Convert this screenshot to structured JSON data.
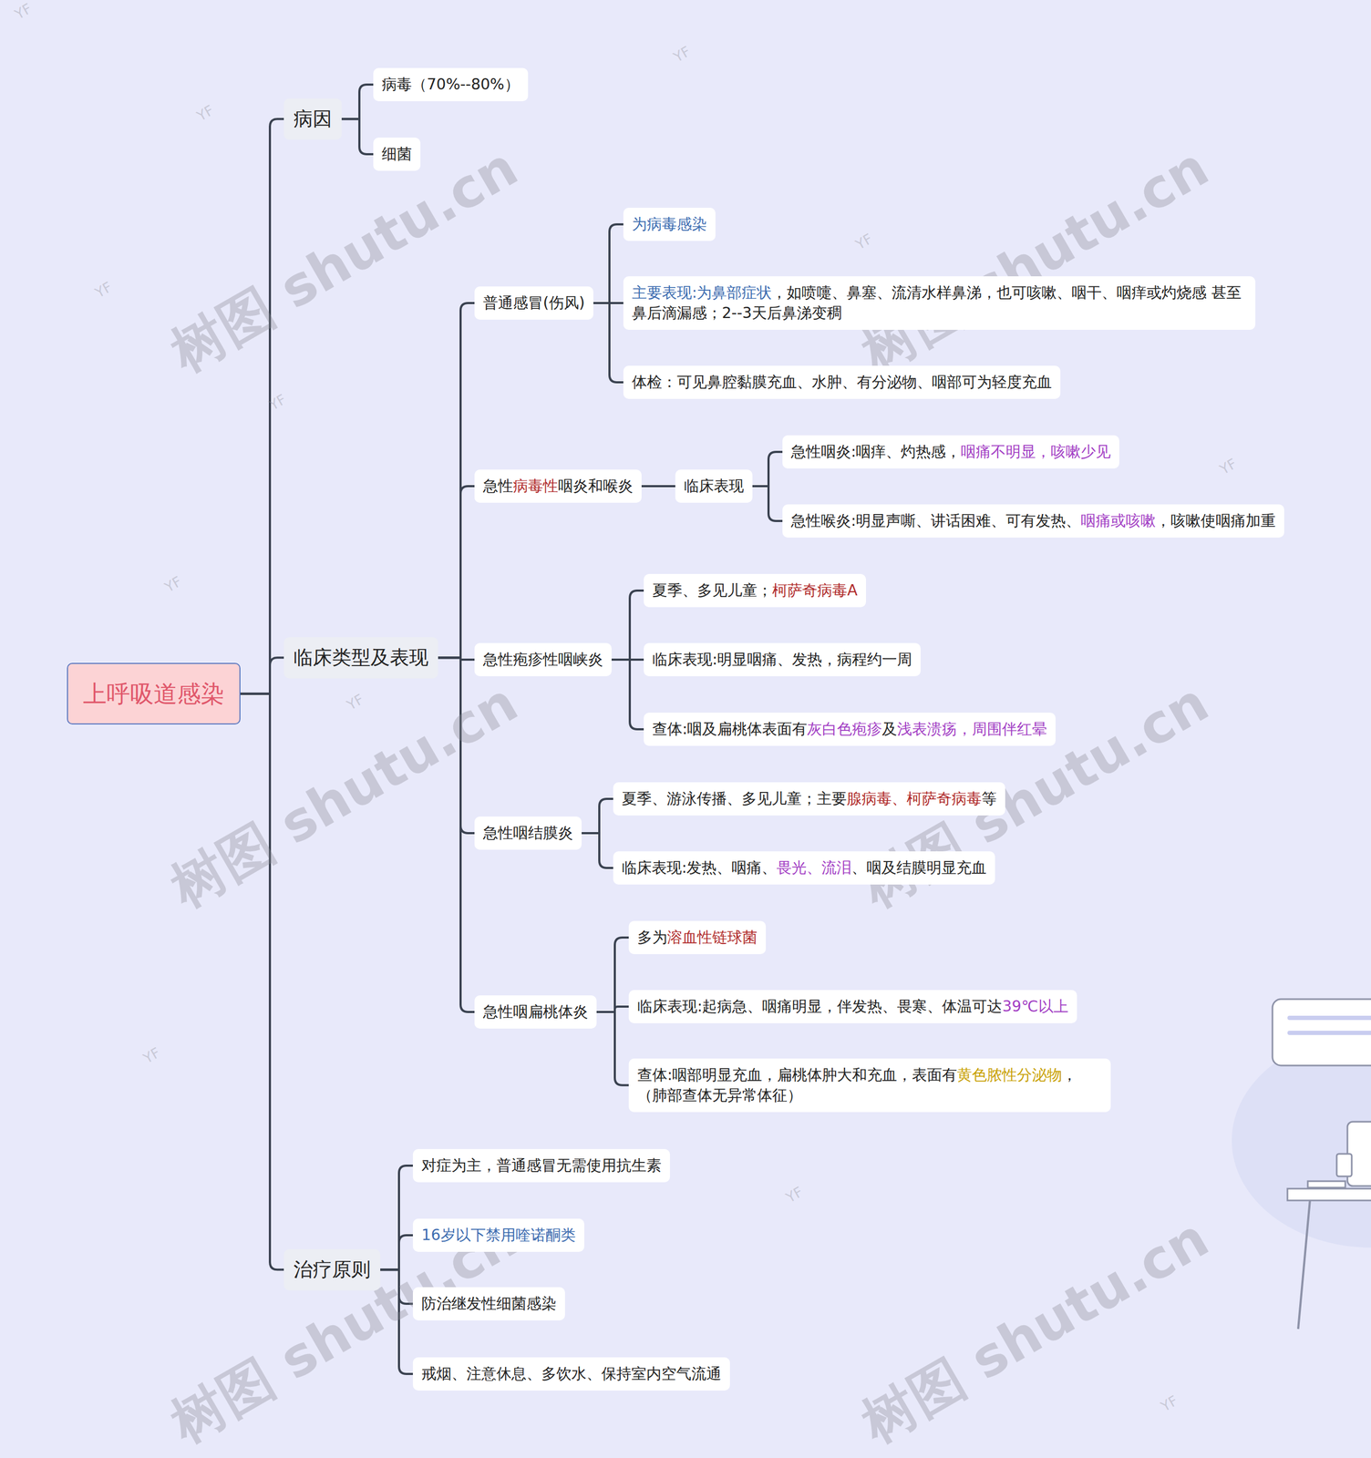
{
  "diagram": {
    "nodes": [
      {
        "text": [
          "上呼吸道感染"
        ]
      },
      {
        "text": [
          "病因"
        ]
      },
      {
        "text": [
          "病毒（70%--80%）"
        ]
      },
      {
        "text": [
          "细菌"
        ]
      },
      {
        "text": [
          "临床类型及表现"
        ]
      },
      {
        "text": [
          "普通感冒(伤风)"
        ]
      },
      {
        "text": [
          "为病毒感染"
        ]
      },
      {
        "text": [
          "主要表现:为鼻部症状",
          "，如喷嚏、鼻塞、流清水样鼻涕，也可咳嗽、咽干、咽痒或灼烧感 甚至鼻后滴漏感；2--3天后鼻涕变稠"
        ]
      },
      {
        "text": [
          "体检：可见鼻腔黏膜充血、水肿、有分泌物、咽部可为轻度充血"
        ]
      },
      {
        "text": [
          "急性",
          "病毒性",
          "咽炎和喉炎"
        ]
      },
      {
        "text": [
          "临床表现"
        ]
      },
      {
        "text": [
          "急性咽炎:咽痒、灼热感，",
          "咽痛不明显，咳嗽少见"
        ]
      },
      {
        "text": [
          "急性喉炎:明显声嘶、讲话困难、可有发热、",
          "咽痛或咳嗽",
          "，咳嗽使咽痛加重"
        ]
      },
      {
        "text": [
          "急性疱疹性咽峡炎"
        ]
      },
      {
        "text": [
          "夏季、多见儿童；",
          "柯萨奇病毒A"
        ]
      },
      {
        "text": [
          "临床表现:明显咽痛、发热，病程约一周"
        ]
      },
      {
        "text": [
          "查体:咽及扁桃体表面有",
          "灰白色疱疹",
          "及",
          "浅表溃疡",
          "，",
          "周围伴红晕"
        ]
      },
      {
        "text": [
          "急性咽结膜炎"
        ]
      },
      {
        "text": [
          "夏季、游泳传播、多见儿童；主要",
          "腺病毒、柯萨奇病毒",
          "等"
        ]
      },
      {
        "text": [
          "临床表现:发热、咽痛、",
          "畏光、流泪",
          "、咽及结膜明显充血"
        ]
      },
      {
        "text": [
          "急性咽扁桃体炎"
        ]
      },
      {
        "text": [
          "多为",
          "溶血性链球菌"
        ]
      },
      {
        "text": [
          "临床表现:起病急、咽痛明显，伴发热、畏寒、体温可达",
          "39℃以上"
        ]
      },
      {
        "text": [
          "查体:咽部明显充血，扁桃体肿大和充血，表面有",
          "黄色脓性分泌物",
          "， （肺部查体无异常体征）"
        ]
      },
      {
        "text": [
          "治疗原则"
        ]
      },
      {
        "text": [
          "对症为主，普通感冒无需使用抗生素"
        ]
      },
      {
        "text": [
          "16岁以下禁用喹诺酮类"
        ]
      },
      {
        "text": [
          "防治继发性细菌感染"
        ]
      },
      {
        "text": [
          "戒烟、注意休息、多饮水、保持室内空气流通"
        ]
      }
    ],
    "edges": [
      {
        "from": 0,
        "to": 1,
        "arrow": "none"
      },
      {
        "from": 0,
        "to": 4,
        "arrow": "none"
      },
      {
        "from": 0,
        "to": 24,
        "arrow": "none"
      },
      {
        "from": 1,
        "to": 2,
        "arrow": "none"
      },
      {
        "from": 1,
        "to": 3,
        "arrow": "none"
      },
      {
        "from": 4,
        "to": 5,
        "arrow": "none"
      },
      {
        "from": 4,
        "to": 9,
        "arrow": "none"
      },
      {
        "from": 4,
        "to": 13,
        "arrow": "none"
      },
      {
        "from": 4,
        "to": 17,
        "arrow": "none"
      },
      {
        "from": 4,
        "to": 20,
        "arrow": "none"
      },
      {
        "from": 5,
        "to": 6,
        "arrow": "none"
      },
      {
        "from": 5,
        "to": 7,
        "arrow": "none"
      },
      {
        "from": 5,
        "to": 8,
        "arrow": "none"
      },
      {
        "from": 9,
        "to": 10,
        "arrow": "none"
      },
      {
        "from": 10,
        "to": 11,
        "arrow": "none"
      },
      {
        "from": 10,
        "to": 12,
        "arrow": "none"
      },
      {
        "from": 13,
        "to": 14,
        "arrow": "none"
      },
      {
        "from": 13,
        "to": 15,
        "arrow": "none"
      },
      {
        "from": 13,
        "to": 16,
        "arrow": "none"
      },
      {
        "from": 17,
        "to": 18,
        "arrow": "none"
      },
      {
        "from": 17,
        "to": 19,
        "arrow": "none"
      },
      {
        "from": 20,
        "to": 21,
        "arrow": "none"
      },
      {
        "from": 20,
        "to": 22,
        "arrow": "none"
      },
      {
        "from": 20,
        "to": 23,
        "arrow": "none"
      },
      {
        "from": 24,
        "to": 25,
        "arrow": "none"
      },
      {
        "from": 24,
        "to": 26,
        "arrow": "none"
      },
      {
        "from": 24,
        "to": 27,
        "arrow": "none"
      },
      {
        "from": 24,
        "to": 28,
        "arrow": "none"
      }
    ],
    "labels": [
      "树图 shutu.cn",
      "树图 shutu.cn",
      "树图 shutu.cn",
      "树图 shutu.cn",
      "树图 shutu.cn",
      "树图 shutu.cn",
      "YF",
      "YF",
      "YF",
      "YF",
      "YF",
      "YF",
      "YF",
      "YF",
      "YF",
      "YF",
      "YF",
      "YF"
    ]
  }
}
